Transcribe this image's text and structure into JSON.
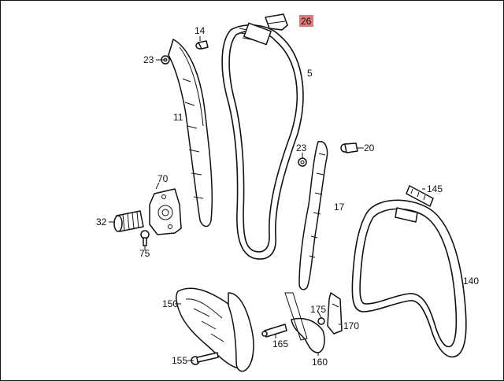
{
  "diagram": {
    "callouts": {
      "c26": "26",
      "c14": "14",
      "c23a": "23",
      "c5": "5",
      "c11": "11",
      "c23b": "23",
      "c20": "20",
      "c70": "70",
      "c145": "145",
      "c17": "17",
      "c32": "32",
      "c75": "75",
      "c140": "140",
      "c150": "150",
      "c175": "175",
      "c170": "170",
      "c165": "165",
      "c155": "155",
      "c160": "160"
    },
    "highlight_color": "#e07a7a",
    "line_color": "#111111"
  }
}
